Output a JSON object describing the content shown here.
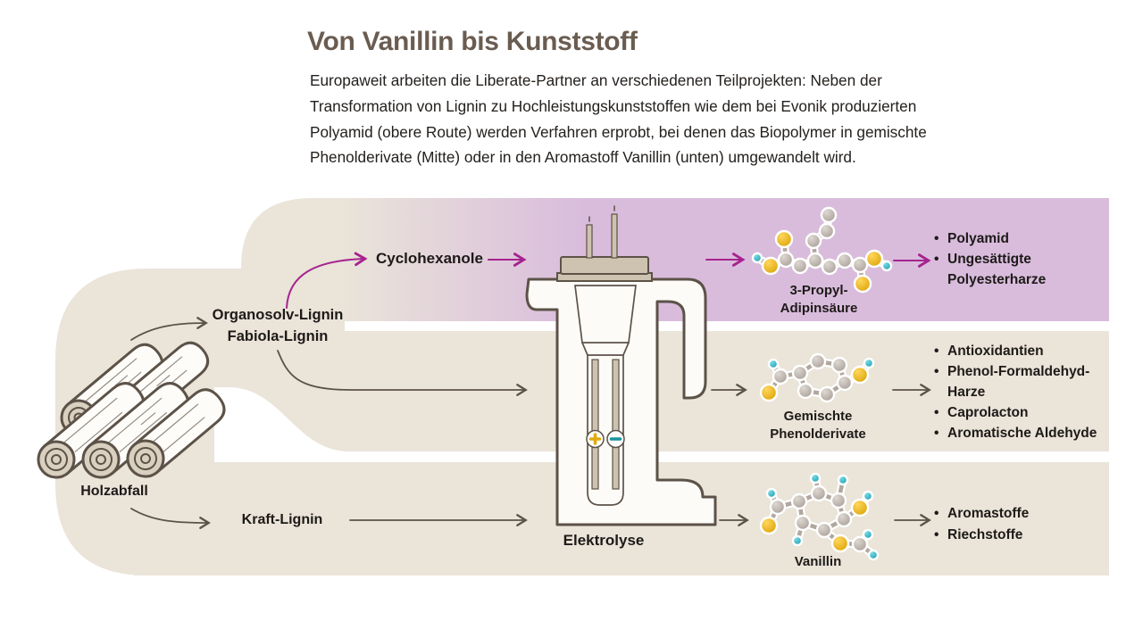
{
  "header": {
    "title": "Von Vanillin bis Kunststoff",
    "description_lines": [
      "Europaweit arbeiten die Liberate-Partner an verschiedenen Teilprojekten: Neben der",
      "Transformation von Lignin zu Hochleistungskunststoffen wie dem bei Evonik produzierten",
      "Polyamid (obere Route) werden Verfahren erprobt, bei denen das Biopolymer in gemischte",
      "Phenolderivate (Mitte) oder in den Aromastoff Vanillin (unten) umgewandelt wird."
    ]
  },
  "diagram": {
    "source": {
      "label": "Holzabfall",
      "icon": "wood-logs"
    },
    "feedstocks": {
      "organosolv": {
        "line1": "Organosolv-Lignin",
        "line2": "Fabiola-Lignin"
      },
      "kraft": {
        "label": "Kraft-Lignin"
      }
    },
    "process": {
      "label": "Elektrolyse",
      "icon": "electrolysis-vessel",
      "anode_symbol": "+",
      "cathode_symbol": "−"
    },
    "routes": {
      "top": {
        "intermediate": "Cyclohexanole",
        "molecule": {
          "name_line1": "3-Propyl-",
          "name_line2": "Adipinsäure",
          "icon": "ball-stick-molecule"
        },
        "products": [
          {
            "lines": [
              "Polyamid"
            ]
          },
          {
            "lines": [
              "Ungesättigte",
              "Polyesterharze"
            ]
          }
        ]
      },
      "middle": {
        "molecule": {
          "name_line1": "Gemischte",
          "name_line2": "Phenolderivate",
          "icon": "ball-stick-molecule"
        },
        "products": [
          {
            "lines": [
              "Antioxidantien"
            ]
          },
          {
            "lines": [
              "Phenol-Formaldehyd-",
              "Harze"
            ]
          },
          {
            "lines": [
              "Caprolacton"
            ]
          },
          {
            "lines": [
              "Aromatische Aldehyde"
            ]
          }
        ]
      },
      "bottom": {
        "molecule": {
          "name": "Vanillin",
          "icon": "ball-stick-molecule"
        },
        "products": [
          {
            "lines": [
              "Aromastoffe"
            ]
          },
          {
            "lines": [
              "Riechstoffe"
            ]
          }
        ]
      }
    },
    "colors": {
      "beige_band": "#eae4d9",
      "purple_band": "#d9bcdc",
      "magenta_arrow": "#a6238f",
      "outline_gray": "#5c5248",
      "title_brown": "#6a5c50",
      "atom_gray": "#b1a79f",
      "atom_gold": "#e2ac0a",
      "atom_teal": "#29a9bc",
      "anode_gold": "#dfab10",
      "cathode_teal": "#18949f"
    }
  }
}
